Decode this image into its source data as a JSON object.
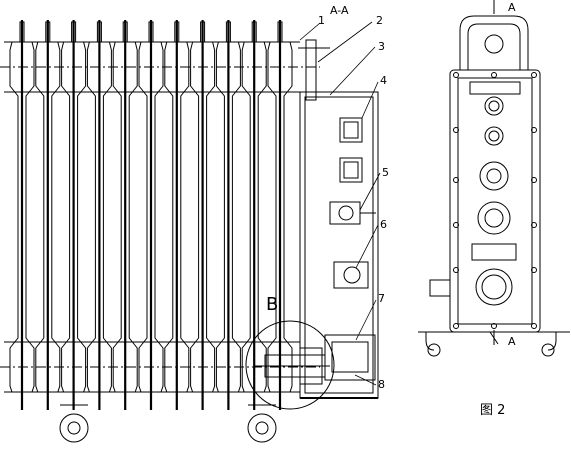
{
  "drawing": {
    "section_label": "A-A",
    "part_numbers": [
      "1",
      "2",
      "3",
      "4",
      "5",
      "6",
      "7",
      "8"
    ],
    "detail_label": "B",
    "view_label_top": "A",
    "view_label_bottom": "A",
    "figure_caption": "图 2"
  }
}
